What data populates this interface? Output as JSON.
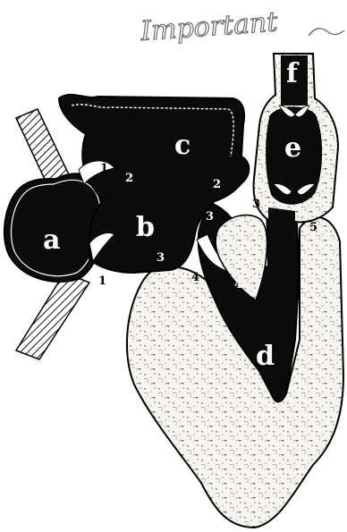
{
  "annotation": {
    "handwritten_note": "Important"
  },
  "labels": {
    "a": "a",
    "b": "b",
    "c": "c",
    "d": "d",
    "e": "e",
    "f": "f",
    "n1": "1",
    "n1b": "1",
    "n2": "2",
    "n2b": "2",
    "n3": "3",
    "n3b": "3",
    "n3c": "3",
    "n4": "4",
    "n4b": "4",
    "n5": "5"
  },
  "colors": {
    "ink": "#0b0b0b",
    "paper": "#ffffff",
    "speckle": "#f0eee8"
  }
}
